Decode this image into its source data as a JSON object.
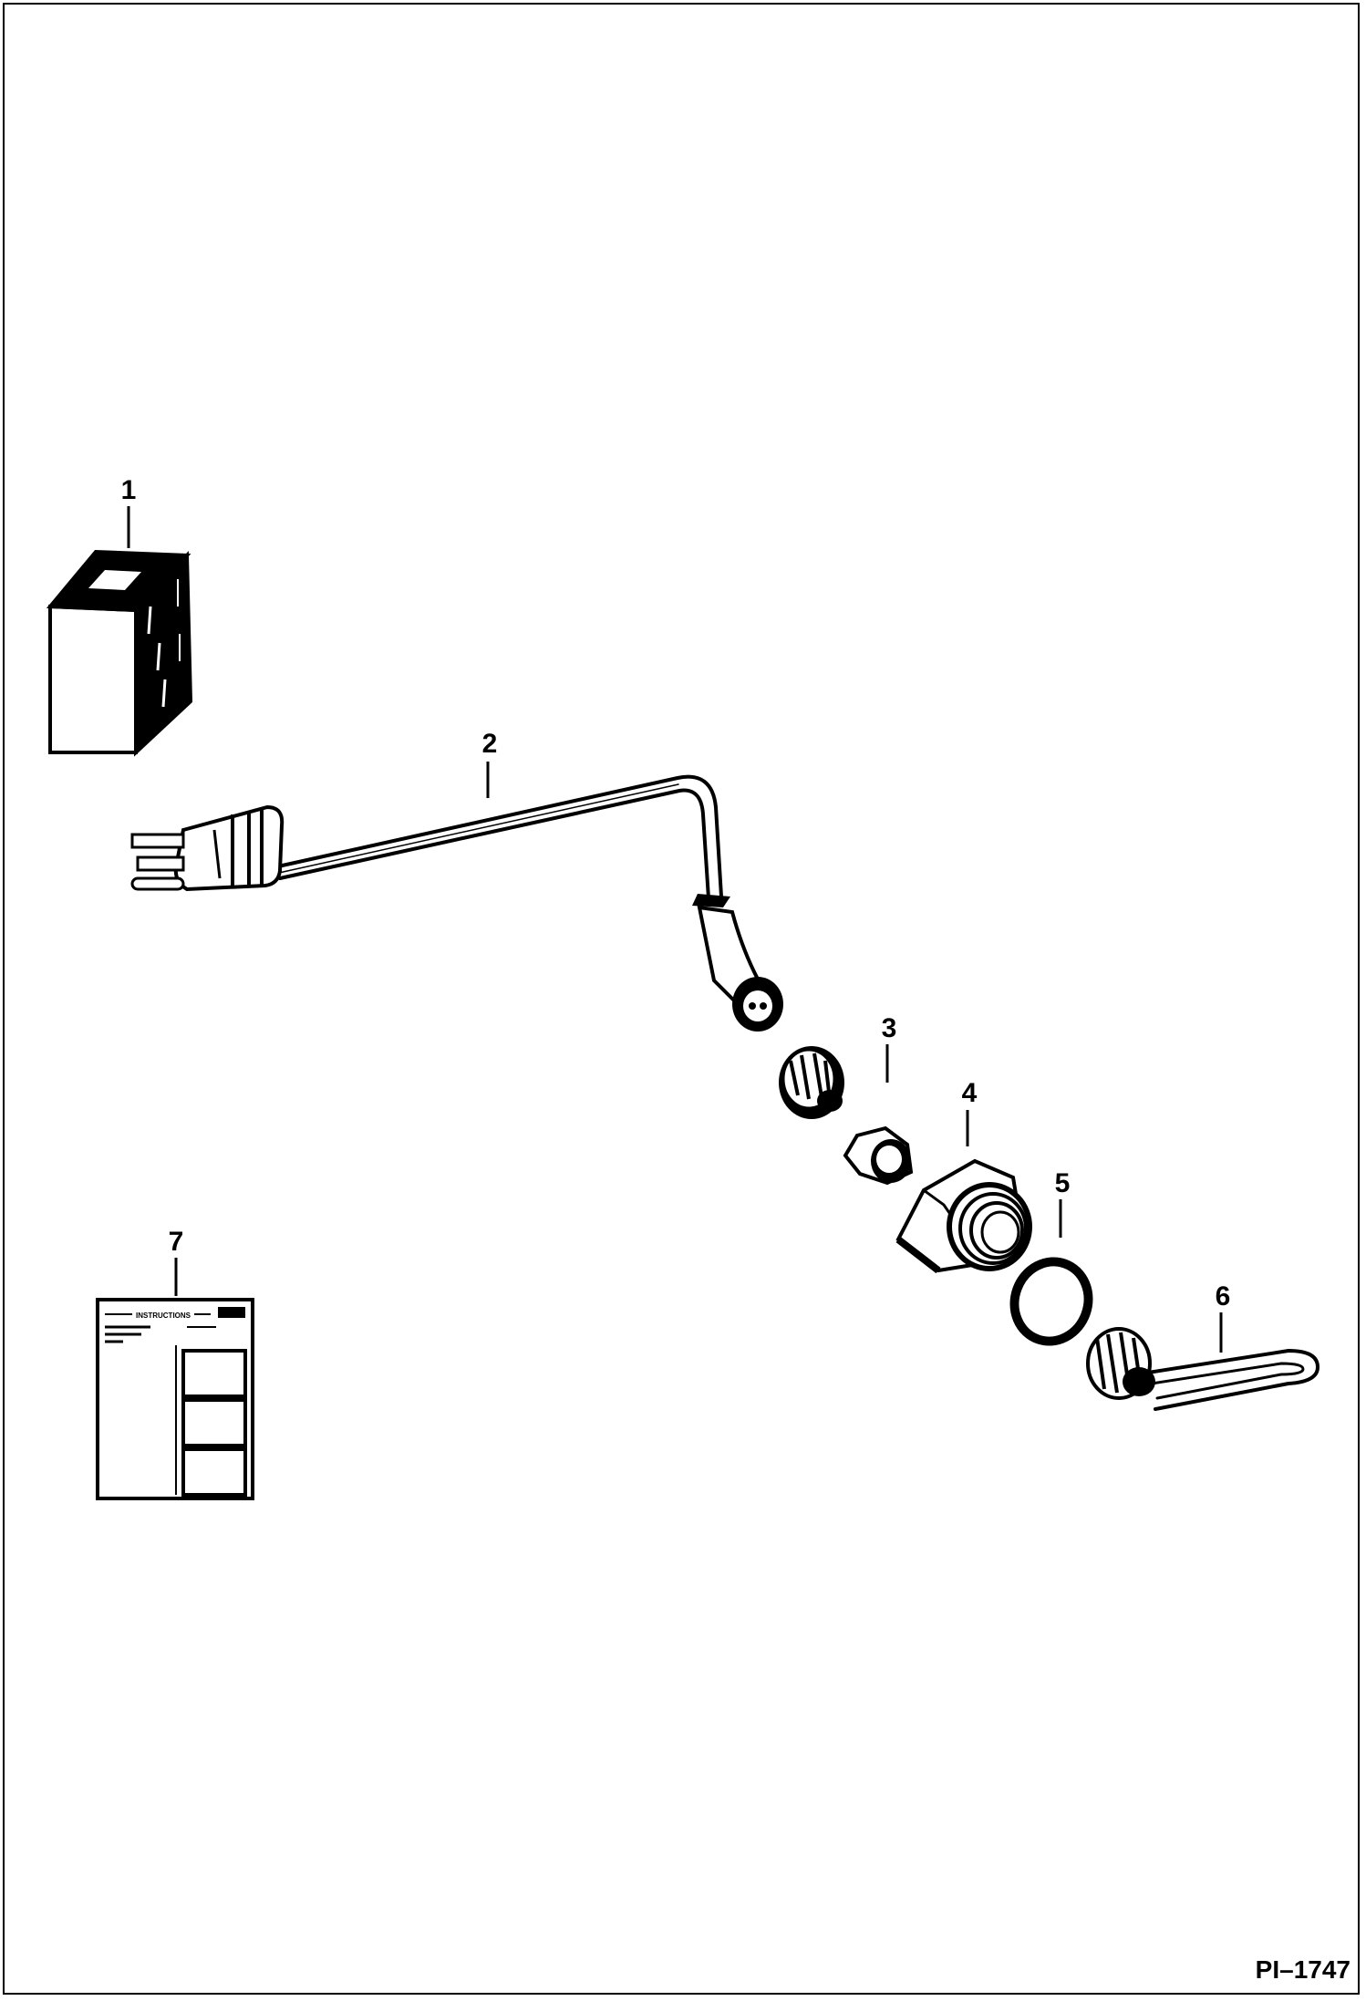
{
  "callouts": {
    "c1": "1",
    "c2": "2",
    "c3": "3",
    "c4": "4",
    "c5": "5",
    "c6": "6",
    "c7": "7"
  },
  "instructions_sheet": {
    "heading": "INSTRUCTIONS"
  },
  "reference_code": "PI–1747",
  "colors": {
    "ink": "#000000",
    "paper": "#ffffff"
  },
  "icons": [
    "decal-box",
    "power-cord-with-plug",
    "cord-grip-connector",
    "lock-nut",
    "adapter-fitting",
    "o-ring",
    "immersion-heater-element",
    "instructions-sheet"
  ]
}
